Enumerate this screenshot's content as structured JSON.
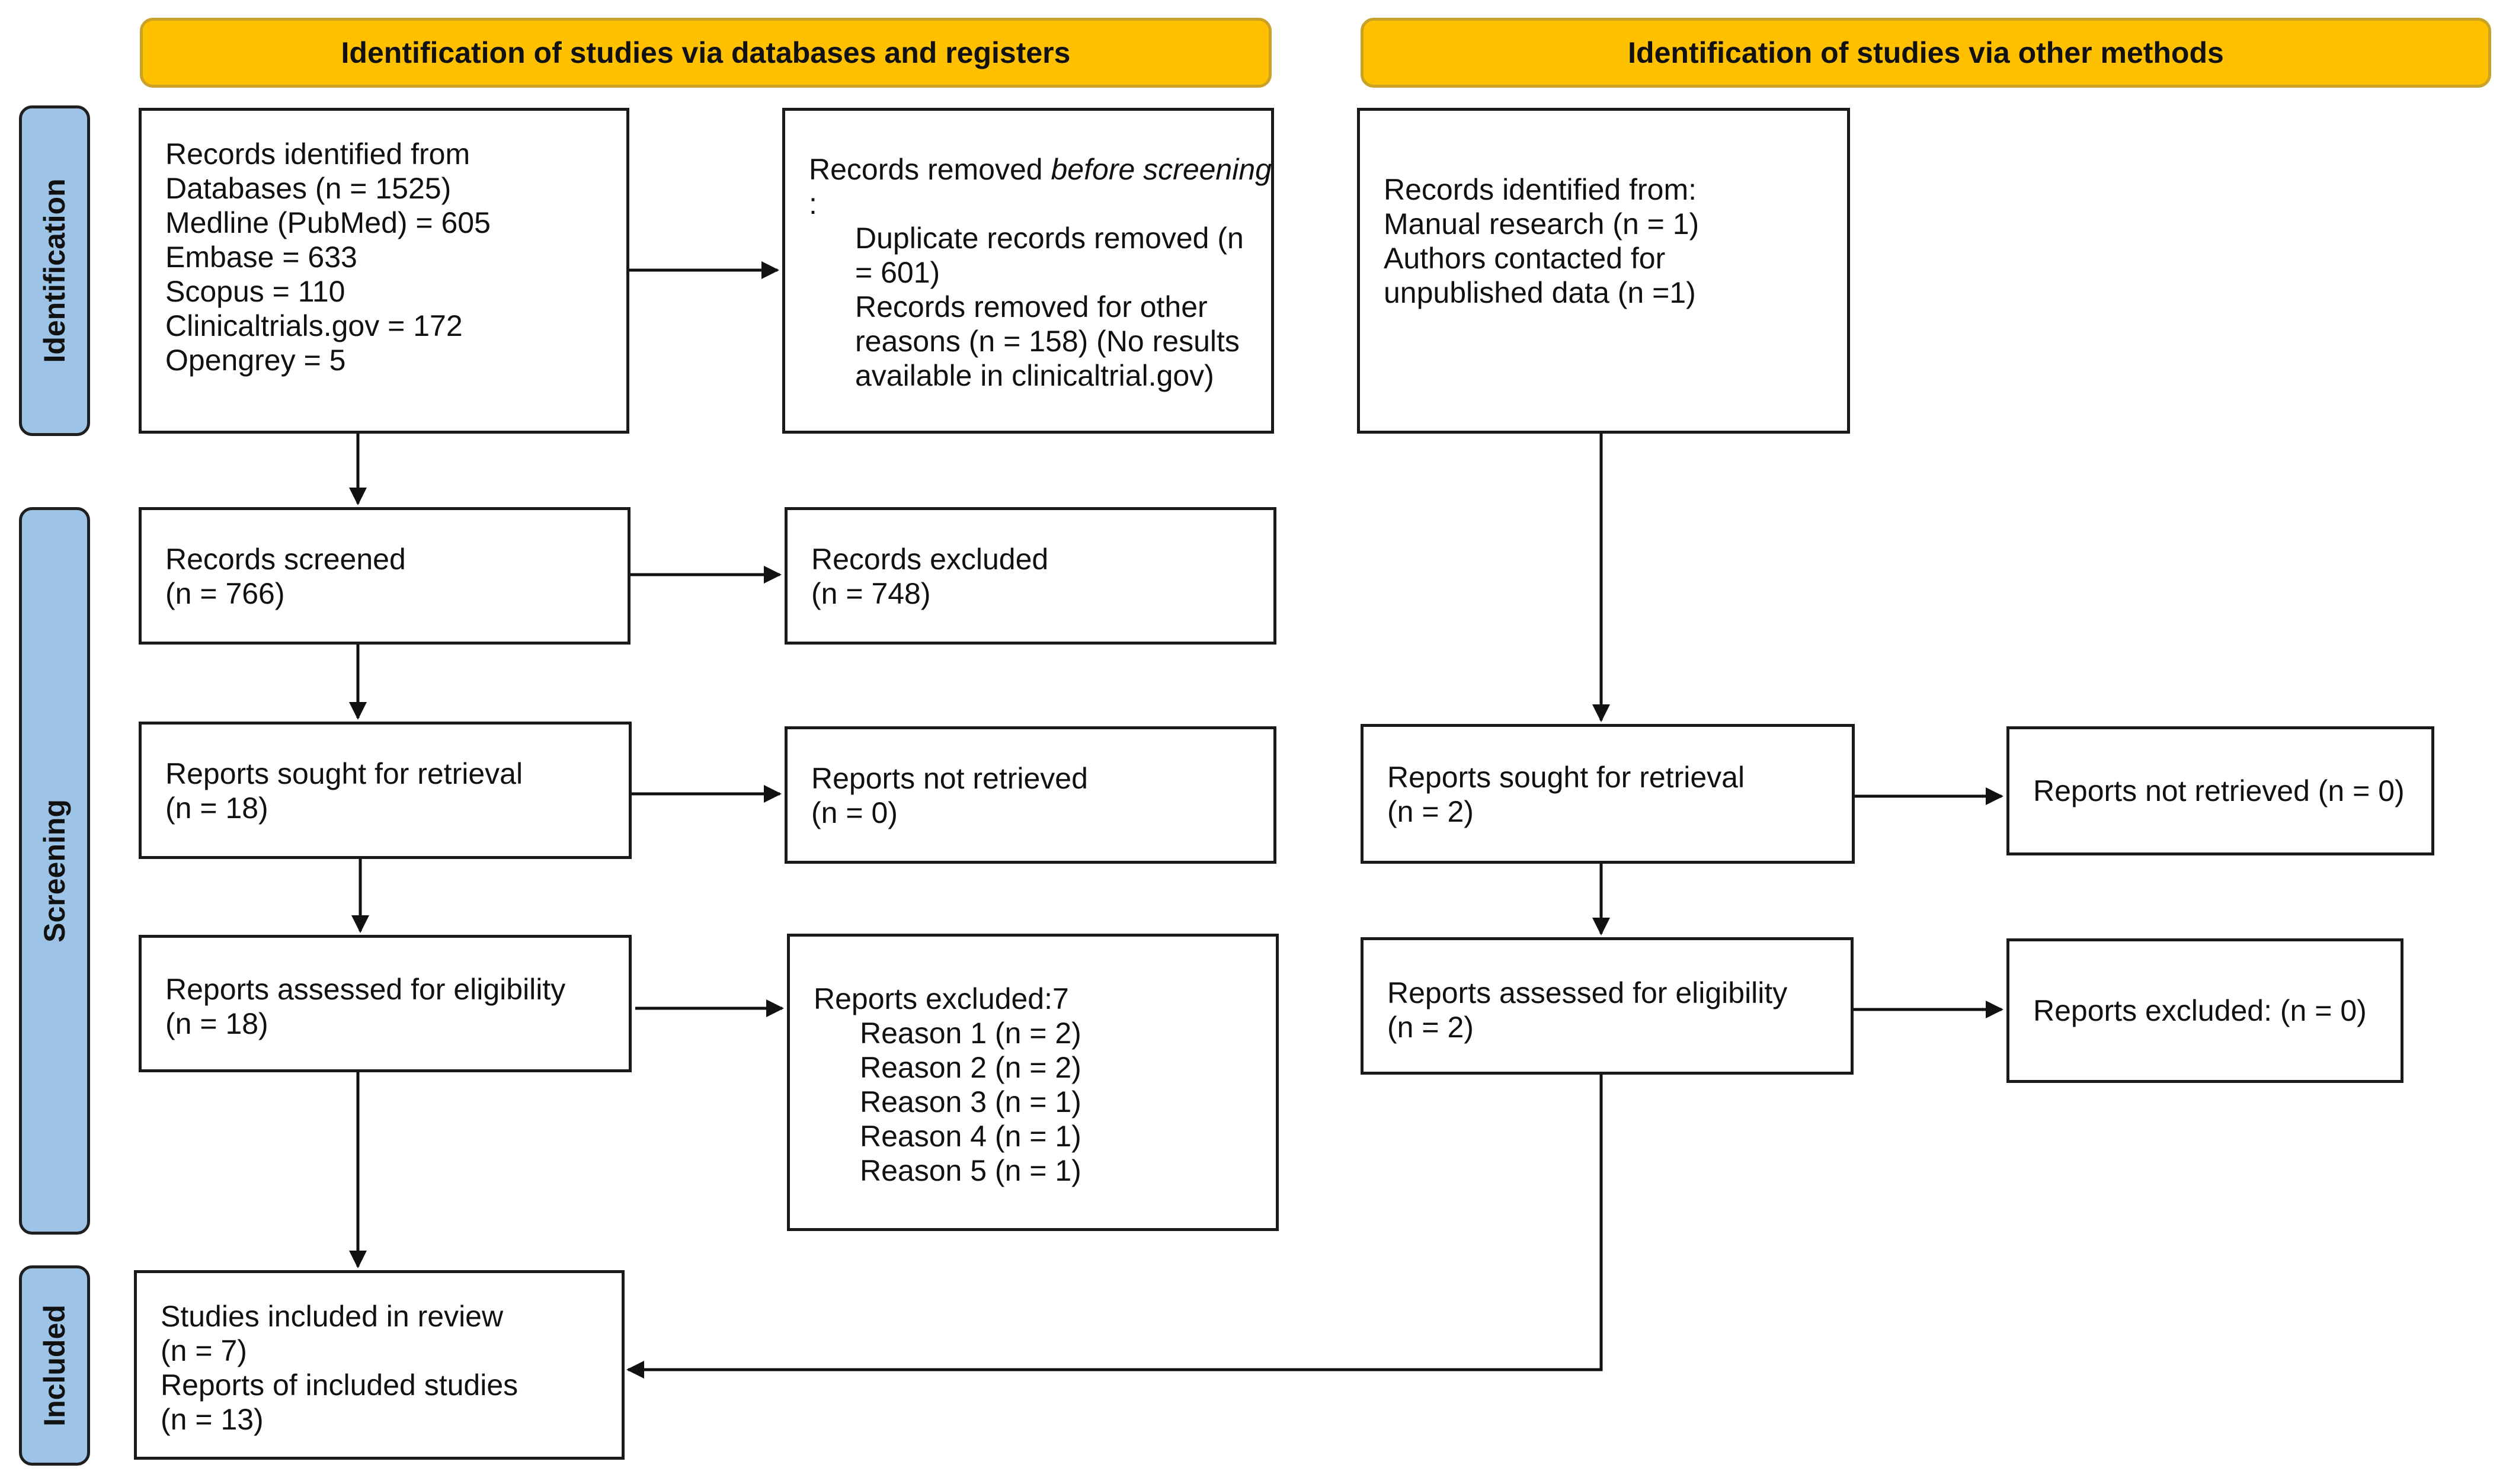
{
  "headers": {
    "databases": "Identification of studies via databases and registers",
    "other": "Identification of studies via other methods"
  },
  "phases": {
    "identification": "Identification",
    "screening": "Screening",
    "included": "Included"
  },
  "db": {
    "identified": [
      "Records identified from",
      "Databases (n = 1525)",
      "Medline (PubMed) = 605",
      "Embase = 633",
      "Scopus = 110",
      "Clinicaltrials.gov = 172",
      "Opengrey = 5"
    ],
    "removed": {
      "lead": "Records removed ",
      "lead_italic": "before screening",
      "lead_end": ":",
      "items": [
        "Duplicate records removed (n",
        "= 601)",
        "Records removed for other",
        "reasons (n = 158) (No results",
        "available in clinicaltrial.gov)"
      ]
    },
    "screened": [
      "Records screened",
      "(n = 766)"
    ],
    "excluded": [
      "Records excluded",
      "(n = 748)"
    ],
    "sought": [
      "Reports sought for retrieval",
      "(n = 18)"
    ],
    "not_retrieved": [
      "Reports not retrieved",
      "(n = 0)"
    ],
    "assessed": [
      "Reports assessed for eligibility",
      "(n = 18)"
    ],
    "reports_excluded": {
      "title": "Reports excluded:7",
      "reasons": [
        "Reason 1 (n = 2)",
        "Reason 2 (n = 2)",
        "Reason 3 (n = 1)",
        "Reason 4 (n = 1)",
        "Reason 5 (n = 1)"
      ]
    },
    "included": [
      "Studies included in review",
      "(n = 7)",
      "Reports of included studies",
      "(n = 13)"
    ]
  },
  "other": {
    "identified": [
      "Records identified from:",
      "Manual research (n = 1)",
      "Authors contacted for",
      "unpublished data (n =1)"
    ],
    "sought": [
      "Reports sought for retrieval",
      "(n = 2)"
    ],
    "not_retrieved": "Reports not retrieved (n = 0)",
    "assessed": [
      "Reports assessed for eligibility",
      "(n = 2)"
    ],
    "excluded": "Reports excluded: (n = 0)"
  }
}
